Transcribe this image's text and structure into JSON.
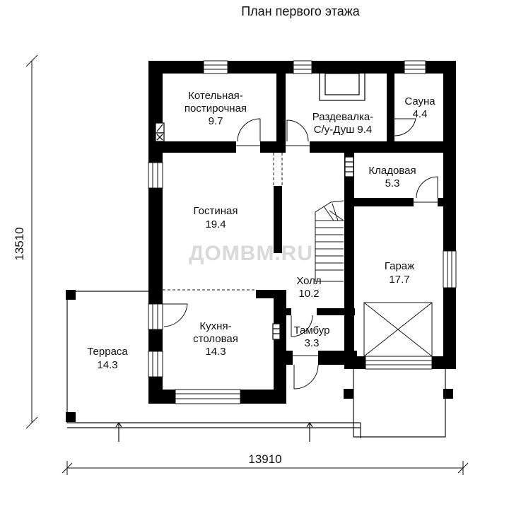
{
  "title": "План первого этажа",
  "watermark": "ДОМВМ.RU",
  "dimensions": {
    "width": "13910",
    "height": "13510"
  },
  "rooms": {
    "boiler": {
      "name_1": "Котельная-",
      "name_2": "постирочная",
      "area": "9.7"
    },
    "changing": {
      "name_1": "Раздевалка-",
      "name_2": "С/у-Душ 9.4"
    },
    "sauna": {
      "name": "Сауна",
      "area": "4.4"
    },
    "storage": {
      "name": "Кладовая",
      "area": "5.3"
    },
    "living": {
      "name": "Гостиная",
      "area": "19.4"
    },
    "garage": {
      "name": "Гараж",
      "area": "17.7"
    },
    "hall": {
      "name": "Холл",
      "area": "10.2"
    },
    "kitchen": {
      "name_1": "Кухня-",
      "name_2": "столовая",
      "area": "14.3"
    },
    "vestibule": {
      "name": "Тамбур",
      "area": "3.3"
    },
    "terrace": {
      "name": "Терраса",
      "area": "14.3"
    }
  }
}
